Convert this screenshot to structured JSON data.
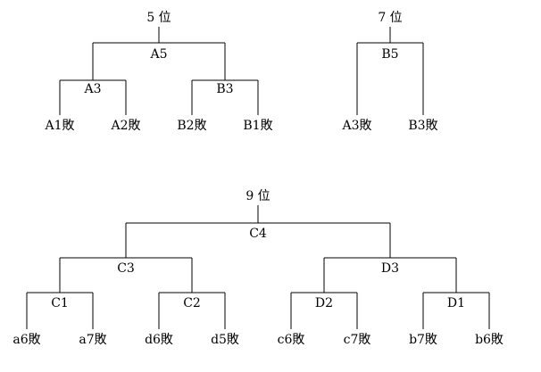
{
  "brackets": [
    {
      "id": "place5",
      "title": "5 位",
      "root": {
        "label": "A5",
        "children": [
          {
            "label": "A3",
            "children": [
              {
                "label": "A1敗"
              },
              {
                "label": "A2敗"
              }
            ]
          },
          {
            "label": "B3",
            "children": [
              {
                "label": "B2敗"
              },
              {
                "label": "B1敗"
              }
            ]
          }
        ]
      }
    },
    {
      "id": "place7",
      "title": "7 位",
      "root": {
        "label": "B5",
        "children": [
          {
            "label": "A3敗"
          },
          {
            "label": "B3敗"
          }
        ]
      }
    },
    {
      "id": "place9",
      "title": "9 位",
      "root": {
        "label": "C4",
        "children": [
          {
            "label": "C3",
            "children": [
              {
                "label": "C1",
                "children": [
                  {
                    "label": "a6敗"
                  },
                  {
                    "label": "a7敗"
                  }
                ]
              },
              {
                "label": "C2",
                "children": [
                  {
                    "label": "d6敗"
                  },
                  {
                    "label": "d5敗"
                  }
                ]
              }
            ]
          },
          {
            "label": "D3",
            "children": [
              {
                "label": "D2",
                "children": [
                  {
                    "label": "c6敗"
                  },
                  {
                    "label": "c7敗"
                  }
                ]
              },
              {
                "label": "D1",
                "children": [
                  {
                    "label": "b7敗"
                  },
                  {
                    "label": "b6敗"
                  }
                ]
              }
            ]
          }
        ]
      }
    }
  ]
}
